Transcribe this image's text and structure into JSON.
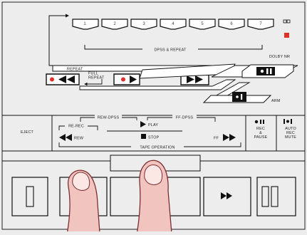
{
  "panel": {
    "memory_buttons": [
      "1",
      "2",
      "3",
      "4",
      "5",
      "6",
      "7"
    ],
    "dpss_repeat_label": "DPSS & REPEAT",
    "dolby_nr_label": "DOLBY NR",
    "repeat_label": "REPEAT",
    "full_repeat_label": "FULL\nREPEAT",
    "arm_label": "ARM",
    "eject_label": "EJECT",
    "rew_dpss_label": "REW-DPSS",
    "ff_dpss_label": "FF-DPSS",
    "re_rec_label": "RE-REC",
    "rew_label": "REW",
    "play_label": "PLAY",
    "stop_label": "STOP",
    "ff_label": "FF",
    "rec_pause_label": "REC\n&\nPAUSE",
    "auto_rec_mute_label": "AUTO\nREC\nMUTE",
    "tape_operation_label": "TAPE OPERATION"
  },
  "colors": {
    "accent_red": "#e0302a",
    "panel_bg": "#ededed",
    "finger": "#f2c4c0",
    "finger_outline": "#7a2e30"
  },
  "icons": {
    "rewind": "rewind-icon",
    "play": "play-icon",
    "stop": "stop-icon",
    "fast_forward": "fast-forward-icon",
    "pause": "pause-icon",
    "record": "record-dot-icon"
  }
}
